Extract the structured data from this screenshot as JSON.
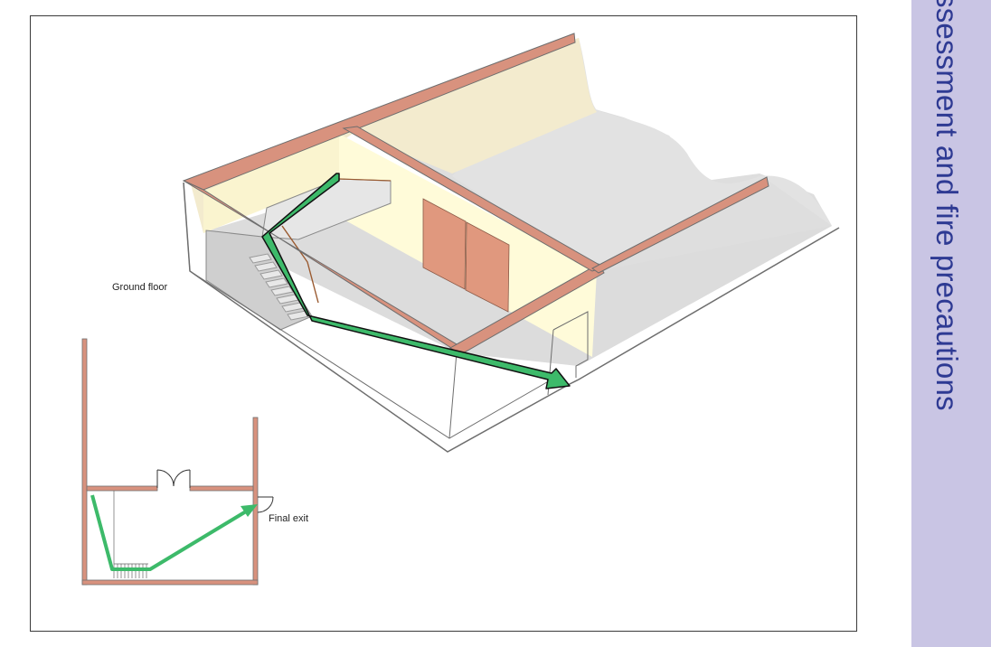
{
  "labels": {
    "ground_floor": "Ground floor",
    "final_exit": "Final exit"
  },
  "side_tab": {
    "text": "ssessment and fire precautions"
  },
  "colors": {
    "wall": "#d8927e",
    "wall_edge": "#6e6e6e",
    "wall_cream": "#f3ebce",
    "wall_light": "#fffbd9",
    "floor": "#dcdcdc",
    "door": "#e0987e",
    "route_arrow": "#3dba6a",
    "side_tab_bg": "#c9c5e4",
    "side_tab_text": "#2e3a93"
  }
}
